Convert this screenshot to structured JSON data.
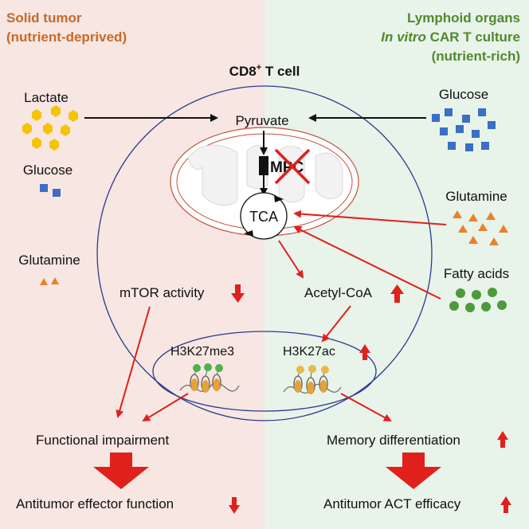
{
  "panels": {
    "left": {
      "title_line1": "Solid tumor",
      "title_line2": "(nutrient-deprived)",
      "background": "#f7e6e1",
      "title_color": "#c8692a"
    },
    "right": {
      "title_line1": "Lymphoid organs",
      "title_line2_italic": "In vitro",
      "title_line2_rest": " CAR T culture",
      "title_line3": "(nutrient-rich)",
      "background": "#e8f3ea",
      "title_color": "#4f8a2c"
    }
  },
  "cell": {
    "label_main": "CD8",
    "label_sup": "+",
    "label_rest": " T cell",
    "outline_color": "#2b3a8c"
  },
  "nutrients": {
    "lactate": "Lactate",
    "glucose_left": "Glucose",
    "glutamine_left": "Glutamine",
    "glucose_right": "Glucose",
    "glutamine_right": "Glutamine",
    "fatty_acids": "Fatty acids"
  },
  "metabolism": {
    "pyruvate": "Pyruvate",
    "mpc": "MPC",
    "tca": "TCA",
    "acetyl_coa": "Acetyl-CoA",
    "mtor": "mTOR activity"
  },
  "chromatin": {
    "h3k27me3": "H3K27me3",
    "h3k27ac": "H3K27ac"
  },
  "outcomes": {
    "functional_impairment": "Functional impairment",
    "memory_differentiation": "Memory differentiation",
    "antitumor_effector": "Antitumor effector function",
    "antitumor_act": "Antitumor ACT efficacy"
  },
  "colors": {
    "lactate": "#f5c400",
    "glucose": "#3a6fc4",
    "glutamine": "#e8822a",
    "fatty_acids": "#4c9a3a",
    "red_arrow": "#e0201b",
    "black_arrow": "#111111"
  }
}
